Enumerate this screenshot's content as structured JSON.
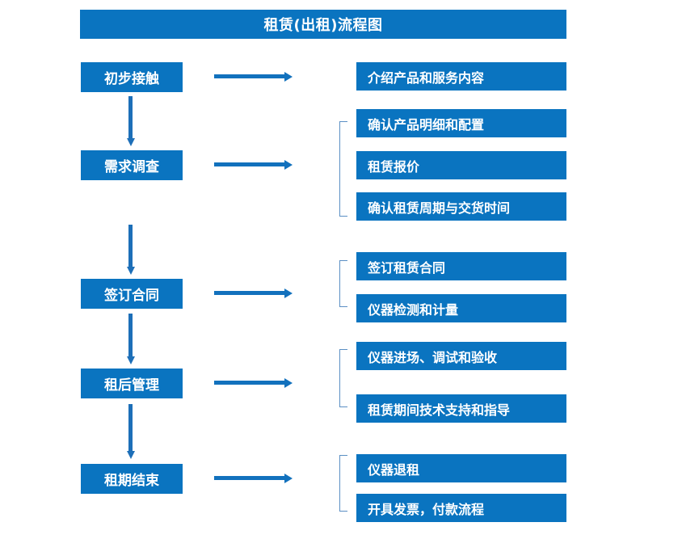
{
  "chart_data": {
    "type": "diagram",
    "title": "租赁(出租)流程图",
    "diagram_kind": "flowchart",
    "orientation": "vertical-with-side-details",
    "stages": [
      {
        "id": "stage-1",
        "label": "初步接触",
        "details": [
          "介绍产品和服务内容"
        ],
        "bracketed": false
      },
      {
        "id": "stage-2",
        "label": "需求调查",
        "details": [
          "确认产品明细和配置",
          "租赁报价",
          "确认租赁周期与交货时间"
        ],
        "bracketed": true
      },
      {
        "id": "stage-3",
        "label": "签订合同",
        "details": [
          "签订租赁合同",
          "仪器检测和计量"
        ],
        "bracketed": true
      },
      {
        "id": "stage-4",
        "label": "租后管理",
        "details": [
          "仪器进场、调试和验收",
          "租赁期间技术支持和指导"
        ],
        "bracketed": true
      },
      {
        "id": "stage-5",
        "label": "租期结束",
        "details": [
          "仪器退租",
          "开具发票，付款流程"
        ],
        "bracketed": true
      }
    ]
  },
  "header": {
    "title": "租赁(出租)流程图"
  },
  "stages": {
    "s1": "初步接触",
    "s2": "需求调查",
    "s3": "签订合同",
    "s4": "租后管理",
    "s5": "租期结束"
  },
  "details": {
    "d1": "介绍产品和服务内容",
    "d2": "确认产品明细和配置",
    "d3": "租赁报价",
    "d4": "确认租赁周期与交货时间",
    "d5": "签订租赁合同",
    "d6": "仪器检测和计量",
    "d7": "仪器进场、调试和验收",
    "d8": "租赁期间技术支持和指导",
    "d9": "仪器退租",
    "d10": "开具发票，付款流程"
  },
  "colors": {
    "box_fill": "#0a74c0",
    "box_text": "#ffffff",
    "arrow": "#1271bd",
    "bracket": "#5b8fc4",
    "background": "#ffffff"
  }
}
